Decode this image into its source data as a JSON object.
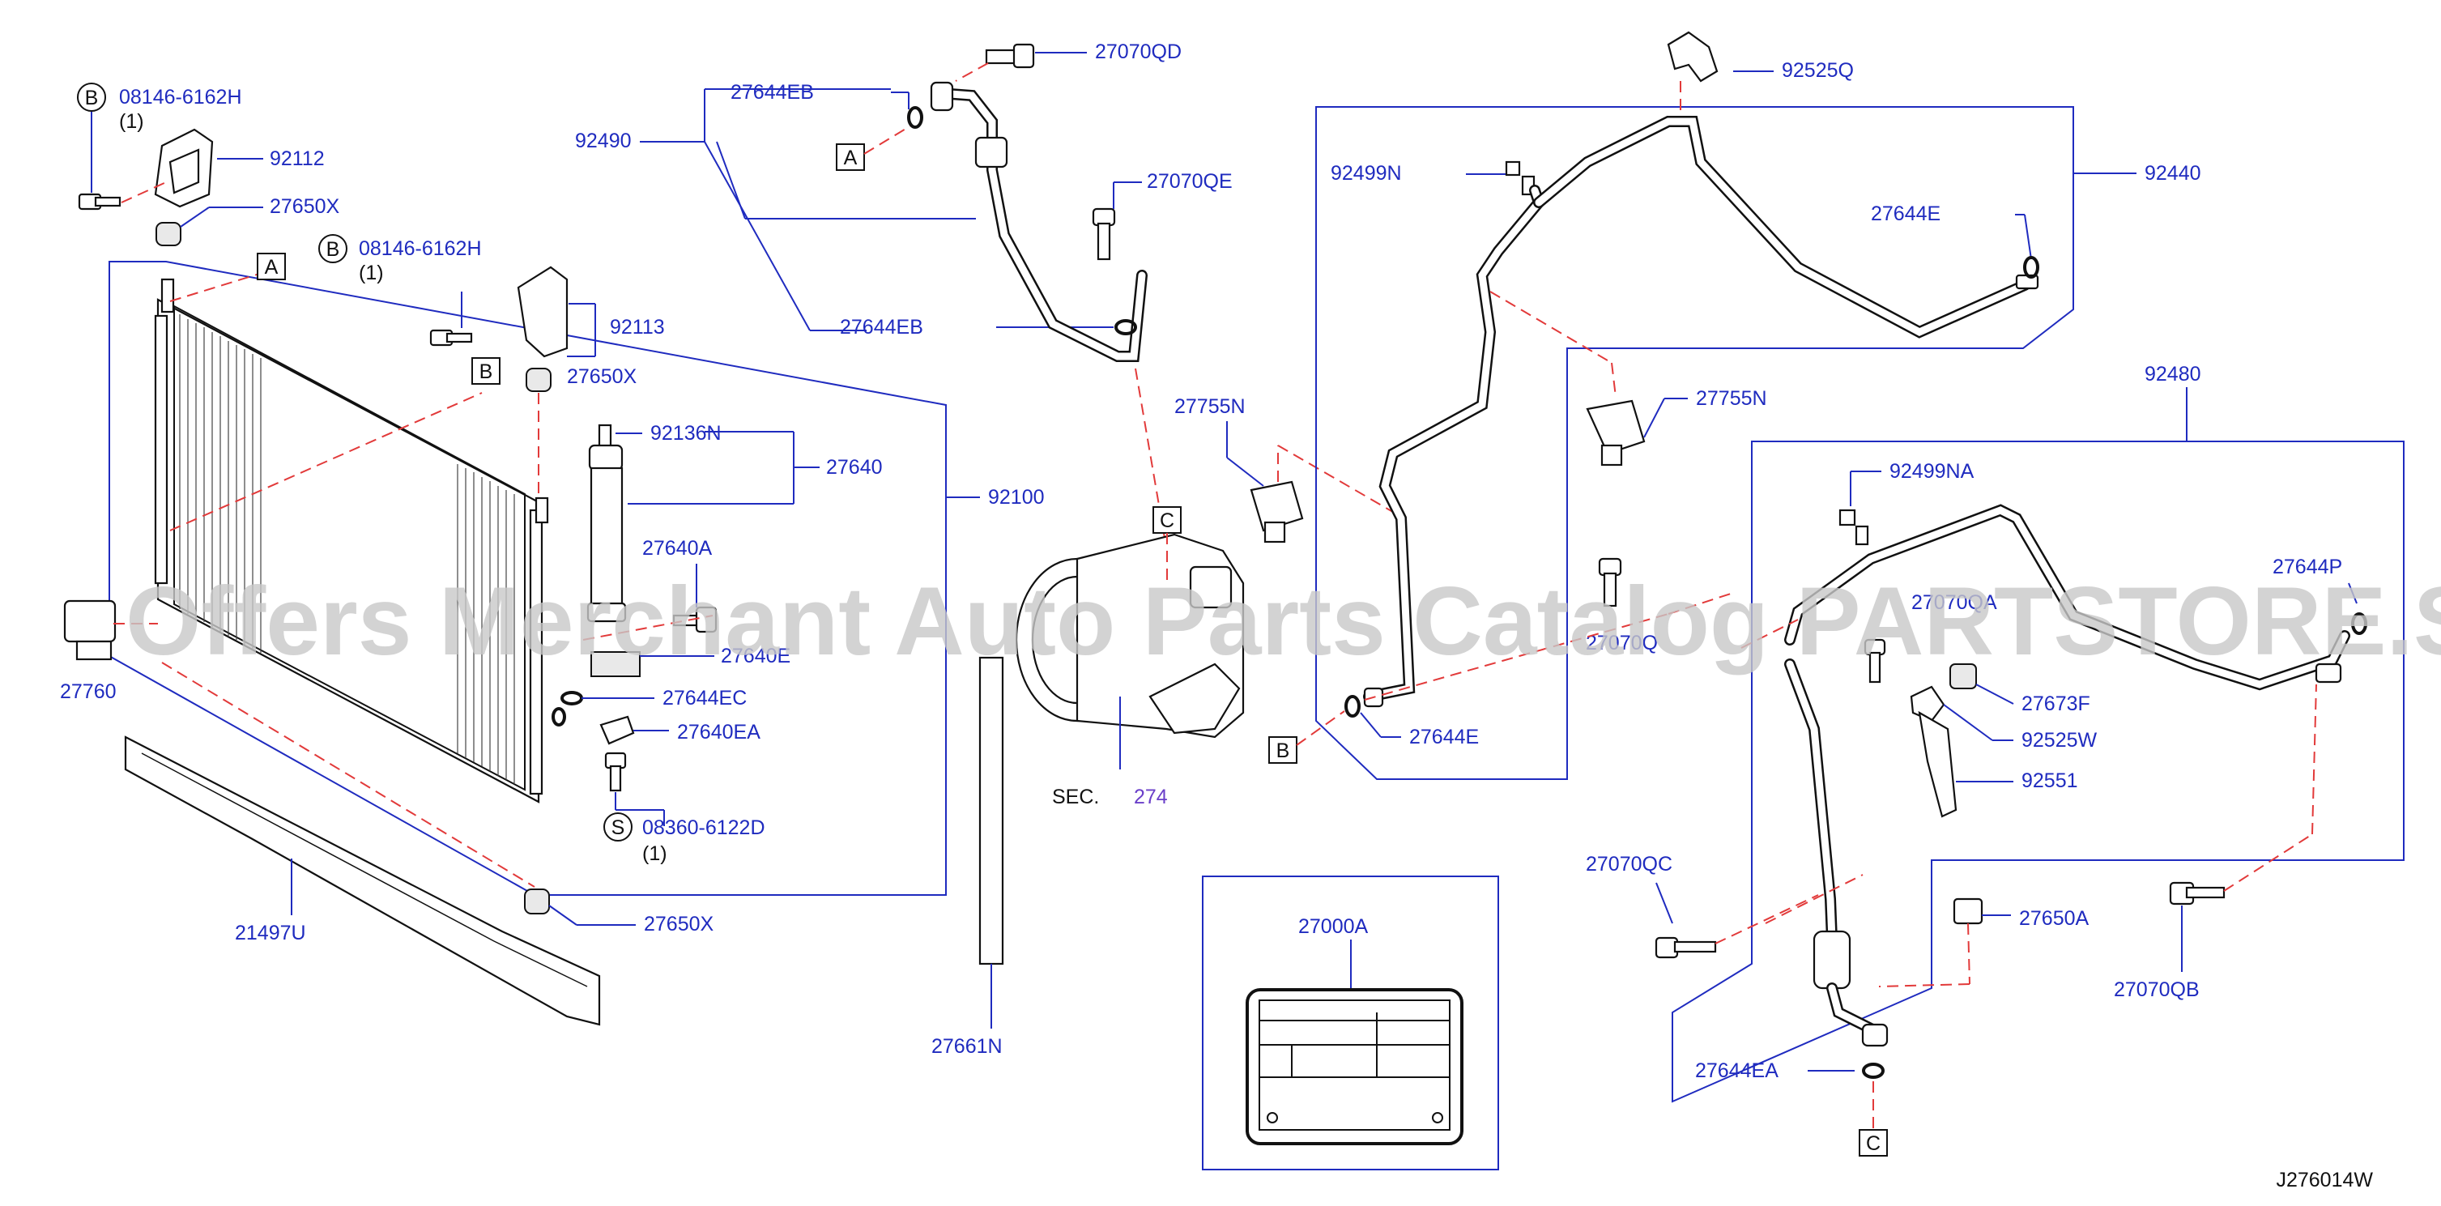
{
  "diagram": {
    "code": "J276014W",
    "watermark": "Offers Merchant Auto Parts Catalog PARTSTORE.SA",
    "sec_ref": {
      "prefix": "SEC.",
      "number": "274"
    },
    "ref_letters": {
      "a": "A",
      "b": "B",
      "c": "C",
      "s": "S"
    },
    "labels": {
      "p08146_6162H_1": "08146-6162H",
      "p08146_6162H_1_qty": "(1)",
      "p92112": "92112",
      "p27650X_top": "27650X",
      "p08146_6162H_2": "08146-6162H",
      "p08146_6162H_2_qty": "(1)",
      "p92113": "92113",
      "p27650X_mid": "27650X",
      "p92136N": "92136N",
      "p27640": "27640",
      "p92100": "92100",
      "p27640A": "27640A",
      "p27640E": "27640E",
      "p27644EC": "27644EC",
      "p27640EA": "27640EA",
      "p08360_6122D": "08360-6122D",
      "p08360_6122D_qty": "(1)",
      "p27650X_bot": "27650X",
      "p27760": "27760",
      "p21497U": "21497U",
      "p92490": "92490",
      "p27644EB_top": "27644EB",
      "p27070QD": "27070QD",
      "p27070QE": "27070QE",
      "p27644EB_bot": "27644EB",
      "p27755N_left": "27755N",
      "p27661N": "27661N",
      "p92525Q": "92525Q",
      "p92440": "92440",
      "p92499N": "92499N",
      "p27644E_top": "27644E",
      "p27755N_right": "27755N",
      "p27070Q": "27070Q",
      "p27644E_bot": "27644E",
      "p92480": "92480",
      "p92499NA": "92499NA",
      "p27644P": "27644P",
      "p27070QA": "27070QA",
      "p27673F": "27673F",
      "p92525W": "92525W",
      "p92551": "92551",
      "p27070QC": "27070QC",
      "p27650A": "27650A",
      "p27070QB": "27070QB",
      "p27644EA": "27644EA",
      "p27000A": "27000A"
    }
  }
}
